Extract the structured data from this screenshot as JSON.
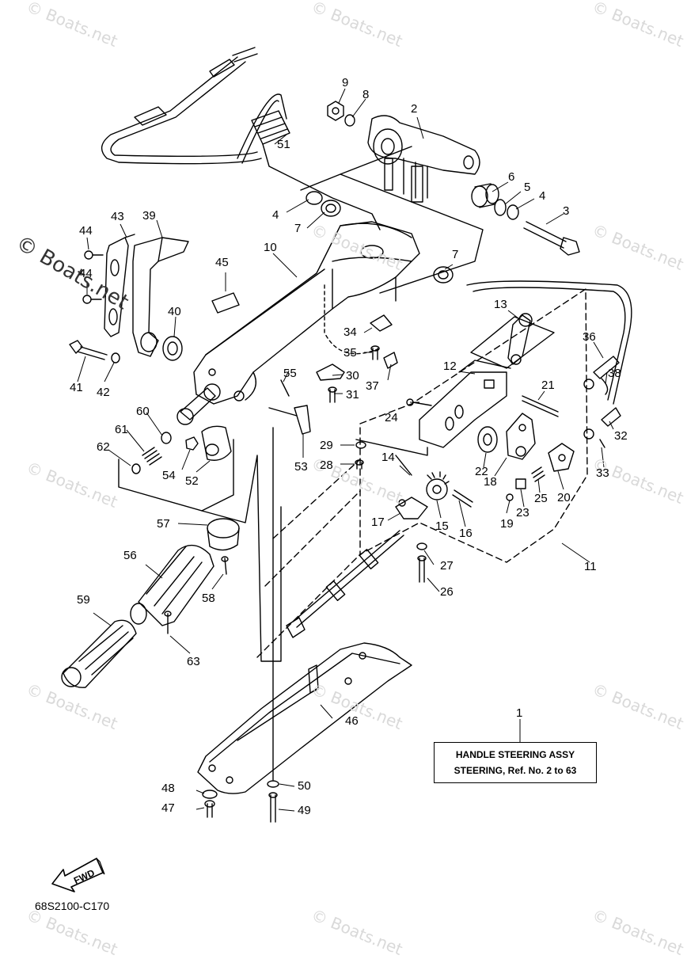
{
  "watermark": "© Boats.net",
  "title_box": {
    "line1": "HANDLE STEERING ASSY",
    "line2": "STEERING, Ref. No. 2 to 63"
  },
  "diagram_code": "68S2100-C170",
  "fwd_label": "FWD",
  "callouts": [
    "1",
    "2",
    "3",
    "4",
    "4",
    "5",
    "6",
    "7",
    "7",
    "8",
    "9",
    "10",
    "11",
    "12",
    "13",
    "14",
    "15",
    "16",
    "17",
    "18",
    "19",
    "20",
    "21",
    "22",
    "23",
    "24",
    "25",
    "26",
    "27",
    "28",
    "29",
    "30",
    "31",
    "32",
    "33",
    "34",
    "35",
    "36",
    "37",
    "38",
    "39",
    "40",
    "41",
    "42",
    "43",
    "44",
    "44",
    "45",
    "46",
    "47",
    "48",
    "49",
    "50",
    "51",
    "52",
    "53",
    "54",
    "55",
    "56",
    "57",
    "58",
    "59",
    "60",
    "61",
    "62",
    "63"
  ]
}
